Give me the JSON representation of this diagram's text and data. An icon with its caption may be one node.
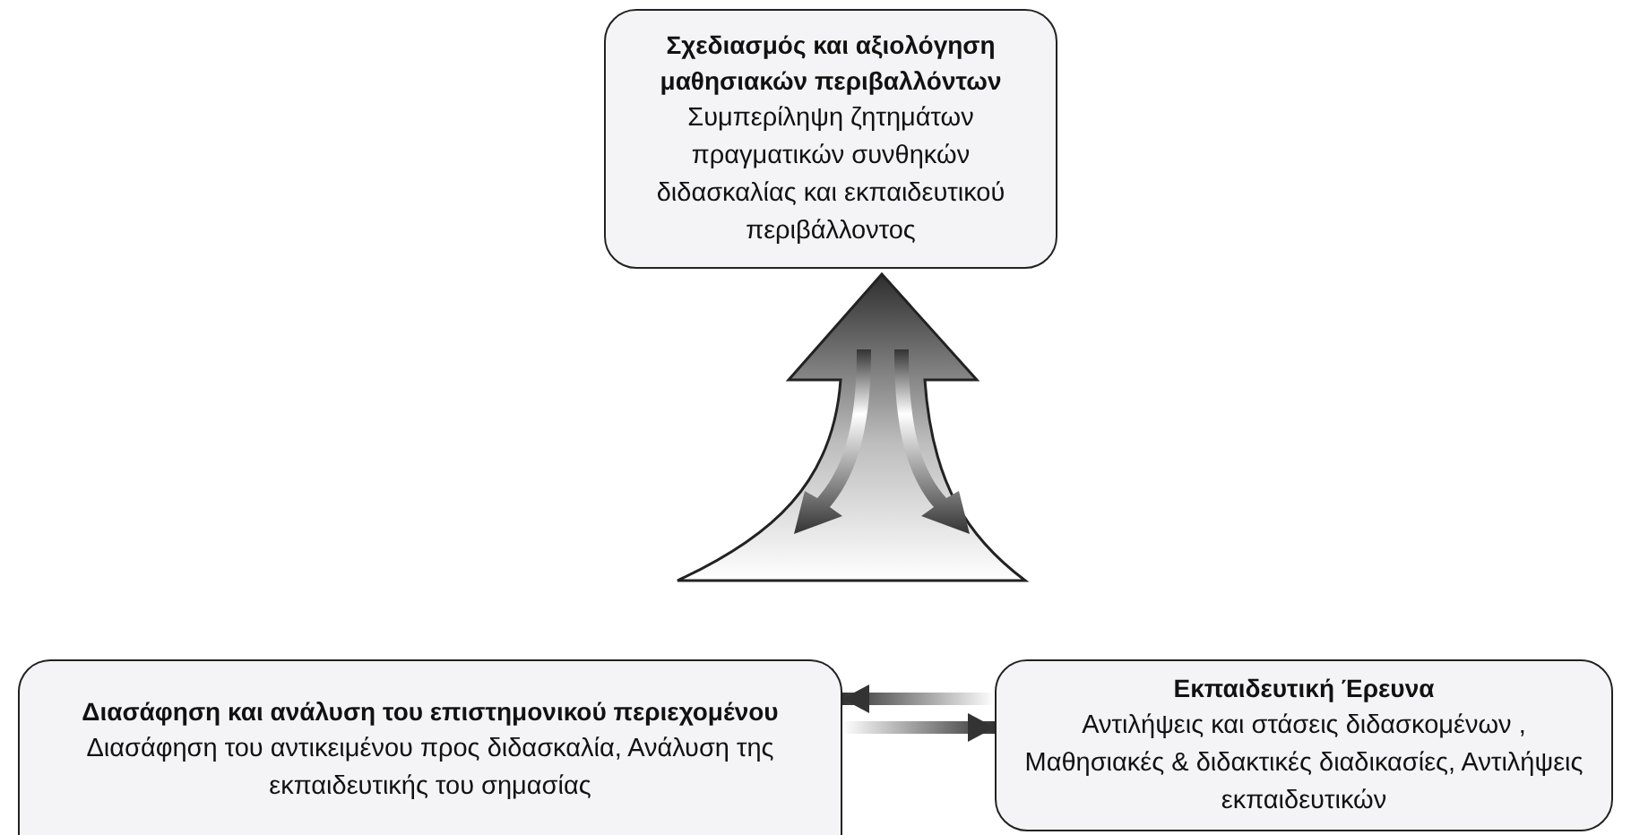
{
  "diagram": {
    "nodes": [
      {
        "text": [
          "Σχεδιασμός και αξιολόγηση μαθησιακών περιβαλλόντων",
          "Συμπερίληψη ζητημάτων πραγματικών συνθηκών διδασκαλίας και εκπαιδευτικού περιβάλλοντος"
        ]
      },
      {
        "text": [
          "Διασάφηση και ανάλυση του επιστημονικού περιεχομένου",
          "Διασάφηση του αντικειμένου προς διδασκαλία, Ανάλυση της εκπαιδευτικής του σημασίας"
        ]
      },
      {
        "text": [
          "Εκπαιδευτική Έρευνα",
          "Αντιλήψεις και στάσεις διδασκομένων , Μαθησιακές & διδακτικές διαδικασίες, Αντιλήψεις εκπαιδευτικών"
        ]
      }
    ],
    "edges": [
      {
        "from": 2,
        "to": 1,
        "arrow": "to"
      },
      {
        "from": 1,
        "to": 2,
        "arrow": "to"
      }
    ]
  }
}
